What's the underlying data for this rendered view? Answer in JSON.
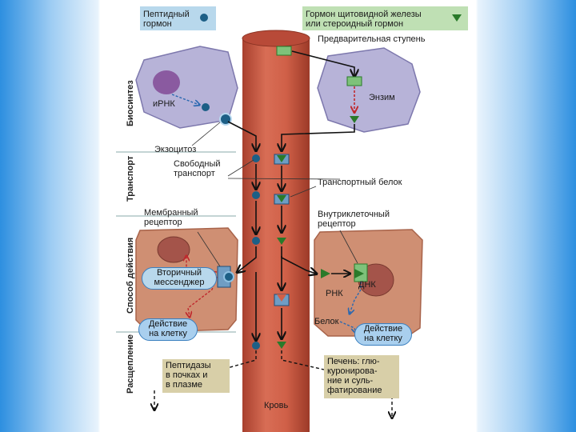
{
  "legend": {
    "peptide": "Пептидный\nгормон",
    "steroid": "Гормон щитовидной железы\nили стероидный гормон"
  },
  "stages": {
    "biosynthesis": "Биосинтез",
    "transport": "Транспорт",
    "action": "Способ действия",
    "degradation": "Расщепление"
  },
  "labels": {
    "prestage": "Предварительная ступень",
    "mrna": "иРНК",
    "enzyme": "Энзим",
    "exocytosis": "Экзоцитоз",
    "free_transport": "Свободный\nтранспорт",
    "transport_protein": "Транспортный белок",
    "membrane_receptor": "Мембранный\nрецептор",
    "intracellular_receptor": "Внутриклеточный\nрецептор",
    "second_messenger": "Вторичный\nмессенджер",
    "dna": "ДНК",
    "rna": "РНК",
    "protein": "Белок",
    "action_left": "Действие\nна клетку",
    "action_right": "Действие\nна клетку",
    "peptidases": "Пептидазы\nв почках и\nв плазме",
    "liver": "Печень: глю-\nкуронирова-\nние и суль-\nфатирование",
    "blood": "Кровь"
  },
  "colors": {
    "vessel": "#c9543f",
    "cell": "#b7b3d8",
    "action_cell": "#cf8f73",
    "nucleus": "#8a5aa0",
    "peptide": "#1d5f86",
    "steroid": "#2a7a2a",
    "receptor": "#6f9dc4",
    "callout": "#d8cfa8"
  }
}
